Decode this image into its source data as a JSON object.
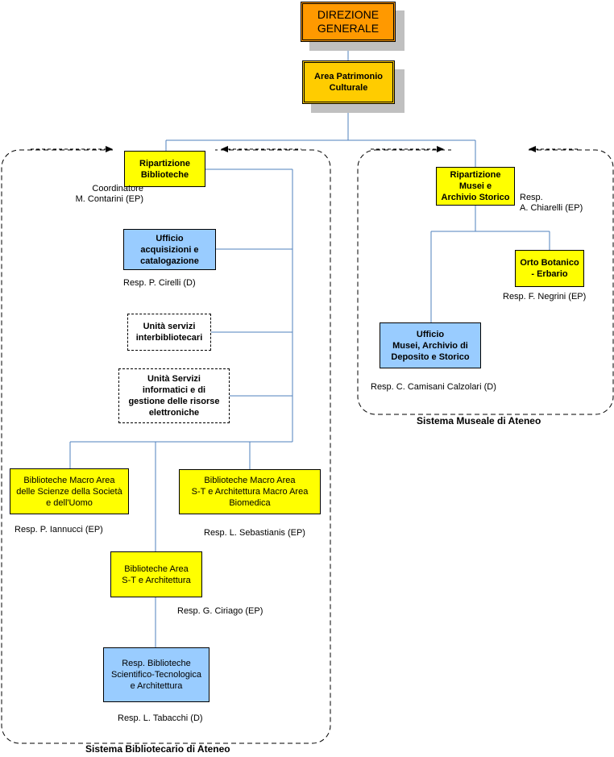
{
  "nodes": {
    "direzione": "DIREZIONE\nGENERALE",
    "area_patrimonio": "Area Patrimonio\nCulturale",
    "rip_biblioteche": "Ripartizione\nBiblioteche",
    "ufficio_acquisizioni": "Ufficio\nacquisizioni e\ncatalogazione",
    "unita_interbibliotecari": "Unità servizi\ninterbibliotecari",
    "unita_informatici": "Unità Servizi\ninformatici e di\ngestione delle risorse\nelettroniche",
    "bib_scienze_societa": "Biblioteche Macro Area\ndelle Scienze della Società\ne dell'Uomo",
    "bib_st_biomedica": "Biblioteche Macro Area\nS-T e Architettura Macro Area\nBiomedica",
    "bib_area_st": "Biblioteche  Area\nS-T e Architettura",
    "resp_bib_scientifico": "Resp. Biblioteche\nScientifico-Tecnologica\ne Architettura",
    "rip_musei": "Ripartizione\nMusei e\nArchivio Storico",
    "orto_botanico": "Orto Botanico\n- Erbario",
    "ufficio_musei": "Ufficio\nMusei, Archivio di\nDeposito e Storico"
  },
  "labels": {
    "coordinatore": "Coordinatore\nM. Contarini (EP)",
    "resp_cirelli": "Resp. P. Cirelli  (D)",
    "resp_iannucci": "Resp. P. Iannucci  (EP)",
    "resp_sebastianis": "Resp. L. Sebastianis   (EP)",
    "resp_ciriago": "Resp. G. Ciriago  (EP)",
    "resp_tabacchi": "Resp. L. Tabacchi (D)",
    "resp_chiarelli": "Resp.\nA. Chiarelli (EP)",
    "resp_negrini": "Resp. F. Negrini (EP)",
    "resp_camisani": "Resp. C. Camisani Calzolari (D)"
  },
  "groups": {
    "bibliotecario": "Sistema Bibliotecario di Ateneo",
    "museale": "Sistema Museale di Ateneo"
  },
  "colors": {
    "orange": "#ff9900",
    "gold": "#ffcc00",
    "yellow": "#ffff00",
    "blue": "#99ccff",
    "connector": "#4f81bd"
  }
}
